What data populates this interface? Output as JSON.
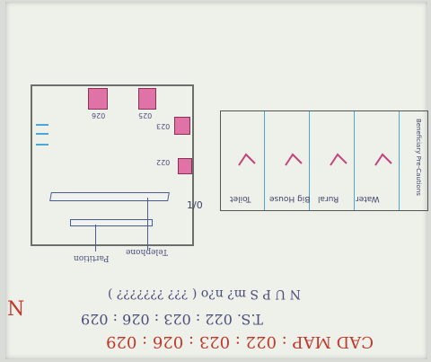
{
  "page": {
    "background": "#eef0ea",
    "ink_blue": "#4b4f7a",
    "ink_red": "#c0392b",
    "accent_pink": "#e073a6",
    "accent_line": "#4aa7d6"
  },
  "floor_plan": {
    "top_labels": [
      "026",
      "025"
    ],
    "right_labels": [
      "023",
      "022"
    ],
    "bottom_labels": [
      "Telephone",
      "Partition"
    ],
    "side_tick_count": 3
  },
  "legend_table": {
    "header": "Beneficiary Pre-Cautions",
    "columns": [
      {
        "label": "Water",
        "mark": "check"
      },
      {
        "label": "Rural",
        "mark": "check"
      },
      {
        "label": "Big House",
        "mark": "check"
      },
      {
        "label": "Toilet",
        "mark": "check"
      }
    ],
    "side_note": "1/0"
  },
  "notes": {
    "line1": "T.S. 022 : 023 : 026 : 029",
    "line2": "N U P S m? n?o ( ??? ??????? )",
    "line3": "CAD MAP : 022 : 023 : 026 : 029",
    "margin_mark": "N"
  }
}
